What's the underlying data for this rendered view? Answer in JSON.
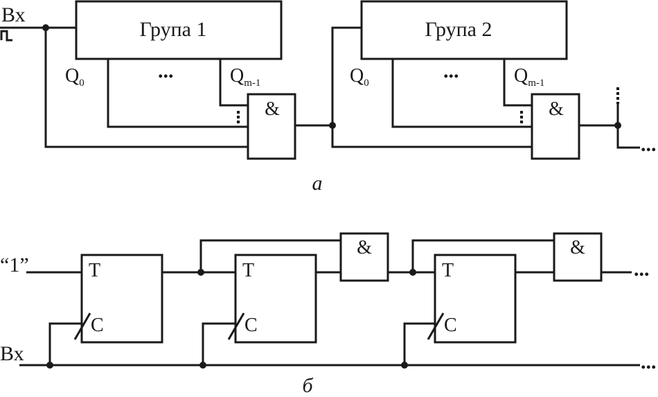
{
  "diagram_a": {
    "input_label": "Вх",
    "group1_label": "Група 1",
    "group2_label": "Група 2",
    "q0_main": "Q",
    "q0_sub": "0",
    "qm_main": "Q",
    "qm_sub": "m-1",
    "and_label": "&",
    "ellipsis": "...",
    "caption": "а"
  },
  "diagram_b": {
    "one_label": "“1”",
    "input_label": "Вх",
    "t_label": "T",
    "c_label": "C",
    "and_label": "&",
    "ellipsis": "...",
    "caption": "б"
  }
}
